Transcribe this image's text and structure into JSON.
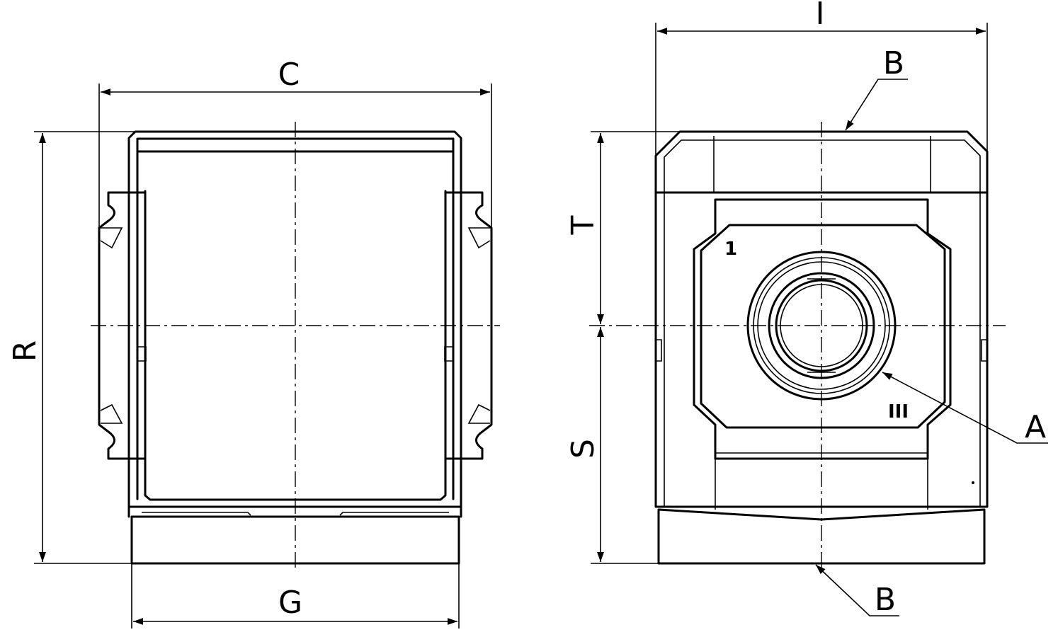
{
  "labels": {
    "C": "C",
    "G": "G",
    "R": "R",
    "I": "I",
    "T": "T",
    "S": "S",
    "A": "A",
    "B_top": "B",
    "B_bottom": "B",
    "port_in": "1",
    "port_out": "III"
  },
  "colors": {
    "line": "#000000",
    "background": "#ffffff"
  }
}
